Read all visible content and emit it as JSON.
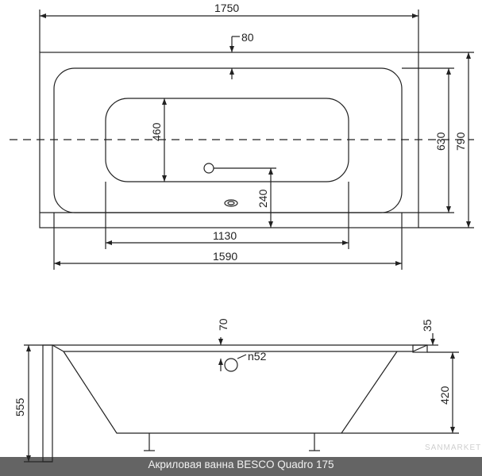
{
  "top_view": {
    "overall_length": "1750",
    "overall_width": "790",
    "inner_width": "630",
    "inner_length": "1590",
    "bottom_length": "1130",
    "bottom_width": "460",
    "drain_offset": "240",
    "rim_offset": "80"
  },
  "side_view": {
    "panel_height": "555",
    "depth": "420",
    "rim_thickness": "35",
    "overflow_offset": "70",
    "overflow_diameter": "n52"
  },
  "caption": "Акриловая ванна BESCO Quadro 175",
  "watermark": "SANMARKET"
}
